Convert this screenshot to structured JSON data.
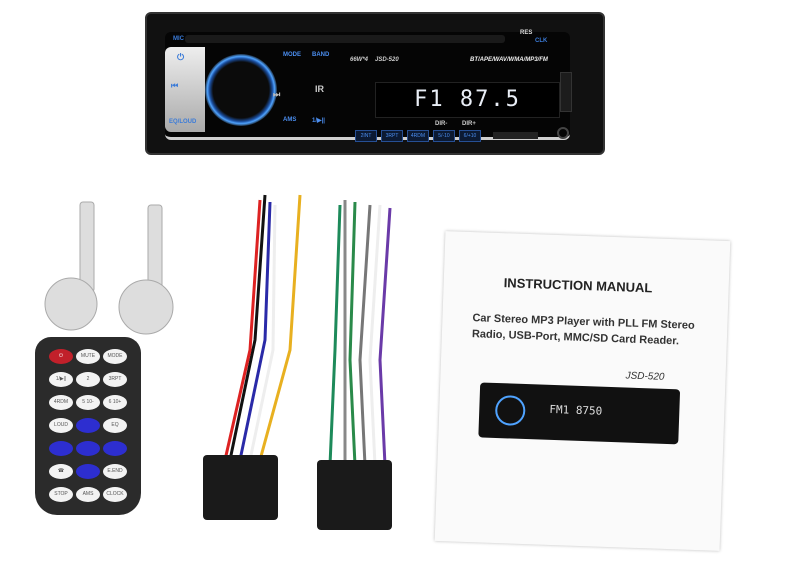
{
  "radio": {
    "mic": "MIC",
    "res": "RES",
    "clk": "CLK",
    "mode": "MODE",
    "band": "BAND",
    "ams": "AMS",
    "play": "1/▶||",
    "eq": "EQ/LOUD",
    "power_spec": "66W*4",
    "model": "JSD-520",
    "formats": "BT/APE/WAV/WMA/MP3/FM",
    "display": "F1  87.5",
    "dir_minus": "DIR-",
    "dir_plus": "DIR+",
    "presets": [
      "2INT",
      "3RPT",
      "4RDM",
      "5/-10",
      "6/+10"
    ]
  },
  "remote": {
    "buttons": [
      "⏻",
      "MUTE",
      "MODE",
      "1/▶||",
      "2",
      "3RPT",
      "4RDM",
      "5 10-",
      "6 10+",
      "LOUD",
      "",
      "EQ",
      "",
      "",
      "",
      "☎",
      "",
      "E.END",
      "STOP",
      "AMS",
      "CLOCK"
    ]
  },
  "manual": {
    "title": "INSTRUCTION MANUAL",
    "description": "Car Stereo MP3 Player with PLL FM Stereo Radio, USB-Port, MMC/SD Card Reader.",
    "model": "JSD-520",
    "mini_display": "FM1 8750"
  },
  "colors": {
    "accent": "#3b7bd8",
    "blue_button": "#2d2ed0"
  }
}
